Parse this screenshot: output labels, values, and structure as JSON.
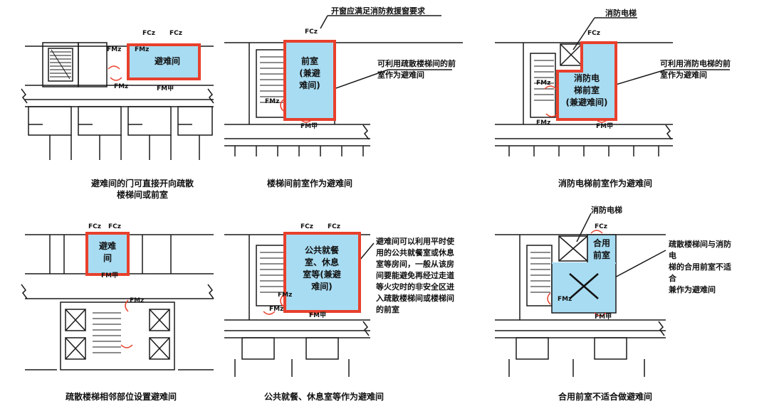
{
  "palette": {
    "refuge_fill": "#a8dcf2",
    "refuge_border": "#e8402c",
    "wall": "#1a1a1a"
  },
  "tags": {
    "fc": "FCz",
    "fm_z": "FMz",
    "fm_jia": "FM甲"
  },
  "panels": [
    {
      "caption_lines": [
        "避难间的门可直接开向疏散",
        "楼梯间或前室"
      ],
      "room_label": "避难间"
    },
    {
      "caption_lines": [
        "楼梯间前室作为避难间"
      ],
      "room_label": "前室\n(兼避\n难间)",
      "callout_top": "开窗应满足消防救援窗要求",
      "note_lines": [
        "可利用疏散楼梯间的前",
        "室作为避难间"
      ]
    },
    {
      "caption_lines": [
        "消防电梯前室作为避难间"
      ],
      "room_label": "消防电\n梯前室\n(兼避难间)",
      "callout_top": "消防电梯",
      "note_lines": [
        "可利用消防电梯的前",
        "室作为避难间"
      ]
    },
    {
      "caption_lines": [
        "疏散楼梯相邻部位设置避难间"
      ],
      "room_label": "避难\n间"
    },
    {
      "caption_lines": [
        "公共就餐、休息室等作为避难间"
      ],
      "room_label": "公共就餐\n室、休息\n室等(兼避\n难间)",
      "note_lines": [
        "避难间可以利用平时使",
        "用的公共就餐室或休息",
        "室等房间，一般从该房",
        "间要能避免再经过走道",
        "等火灾时的非安全区进",
        "入疏散楼梯间或楼梯间",
        "的前室"
      ]
    },
    {
      "caption_lines": [
        "合用前室不适合做避难间"
      ],
      "room_label": "合用\n前室",
      "callout_top": "消防电梯",
      "note_lines": [
        "疏散楼梯间与消防电",
        "梯的合用前室不适合",
        "兼作为避难间"
      ]
    }
  ]
}
